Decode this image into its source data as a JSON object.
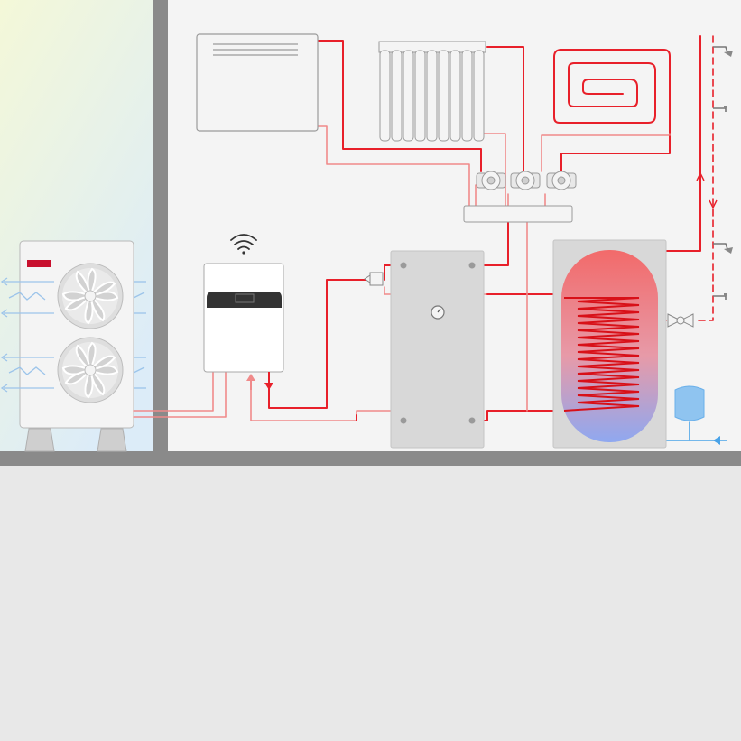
{
  "colors": {
    "hot_pipe": "#e8202a",
    "return_pipe": "#f08a8a",
    "cold_pipe": "#4aa3e8",
    "wall": "#8a8a8a",
    "room_bg": "#f4f4f4",
    "outdoor_gradient_top": "#f4f8d8",
    "outdoor_gradient_bottom": "#dcecf8",
    "ground": "#e8e8e8",
    "outdoor_unit_badge": "#c8102e",
    "tank_body": "#d8d8d8"
  },
  "components": {
    "outdoor_heat_pump": "outdoor-heat-pump",
    "indoor_controller": "wifi-controller",
    "panel_radiator": "panel-radiator",
    "column_radiator": "column-radiator",
    "underfloor_heating": "underfloor-heating-coil",
    "circulation_pumps": "circulation-pump",
    "distribution_manifold": "manifold",
    "buffer_tank": "buffer-tank",
    "hot_water_cylinder": "hot-water-cylinder",
    "expansion_vessel": "expansion-vessel",
    "mixing_valve": "mixing-valve",
    "hot_water_outlets": "tap-outlet"
  },
  "icons": {
    "wifi": "wifi-icon",
    "fan": "fan-icon",
    "gauge": "pressure-gauge-icon",
    "shower": "shower-icon",
    "tap": "tap-icon",
    "arrow_up": "arrow-up-icon",
    "arrow_down": "arrow-down-icon"
  }
}
